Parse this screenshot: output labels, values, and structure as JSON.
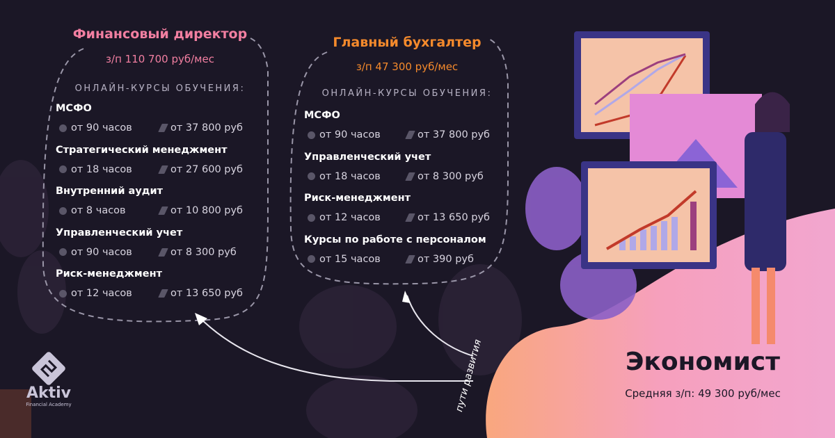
{
  "left": {
    "title": "Финансовый директор",
    "salary": "з/п 110 700 руб/мес",
    "courses_header": "ОНЛАЙН-КУРСЫ ОБУЧЕНИЯ:",
    "courses": [
      {
        "name": "МСФО",
        "hours": "от 90 часов",
        "price": "от 37 800 руб"
      },
      {
        "name": "Стратегический менеджмент",
        "hours": "от 18 часов",
        "price": "от 27 600 руб"
      },
      {
        "name": "Внутренний аудит",
        "hours": "от 8 часов",
        "price": "от 10 800 руб"
      },
      {
        "name": "Управленческий учет",
        "hours": "от 90 часов",
        "price": "от 8 300 руб"
      },
      {
        "name": "Риск-менеджмент",
        "hours": "от 12 часов",
        "price": "от 13 650 руб"
      }
    ]
  },
  "middle": {
    "title": "Главный бухгалтер",
    "salary": "з/п 47 300 руб/мес",
    "courses_header": "ОНЛАЙН-КУРСЫ ОБУЧЕНИЯ:",
    "courses": [
      {
        "name": "МСФО",
        "hours": "от 90 часов",
        "price": "от 37 800 руб"
      },
      {
        "name": "Управленческий учет",
        "hours": "от 18 часов",
        "price": "от 8 300 руб"
      },
      {
        "name": "Риск-менеджмент",
        "hours": "от 12 часов",
        "price": "от 13 650 руб"
      },
      {
        "name": "Курсы по работе с персоналом",
        "hours": "от 15 часов",
        "price": "от 390 руб"
      }
    ]
  },
  "current": {
    "title": "Экономист",
    "salary": "Средняя з/п: 49 300 руб/мес"
  },
  "paths_label": "пути развития",
  "logo": {
    "name": "Aktiv",
    "subtitle": "Financial Academy"
  },
  "colors": {
    "bg": "#1b1726",
    "pink": "#f27fa1",
    "orange": "#f58a2c",
    "blob": "#f6a0bd"
  }
}
